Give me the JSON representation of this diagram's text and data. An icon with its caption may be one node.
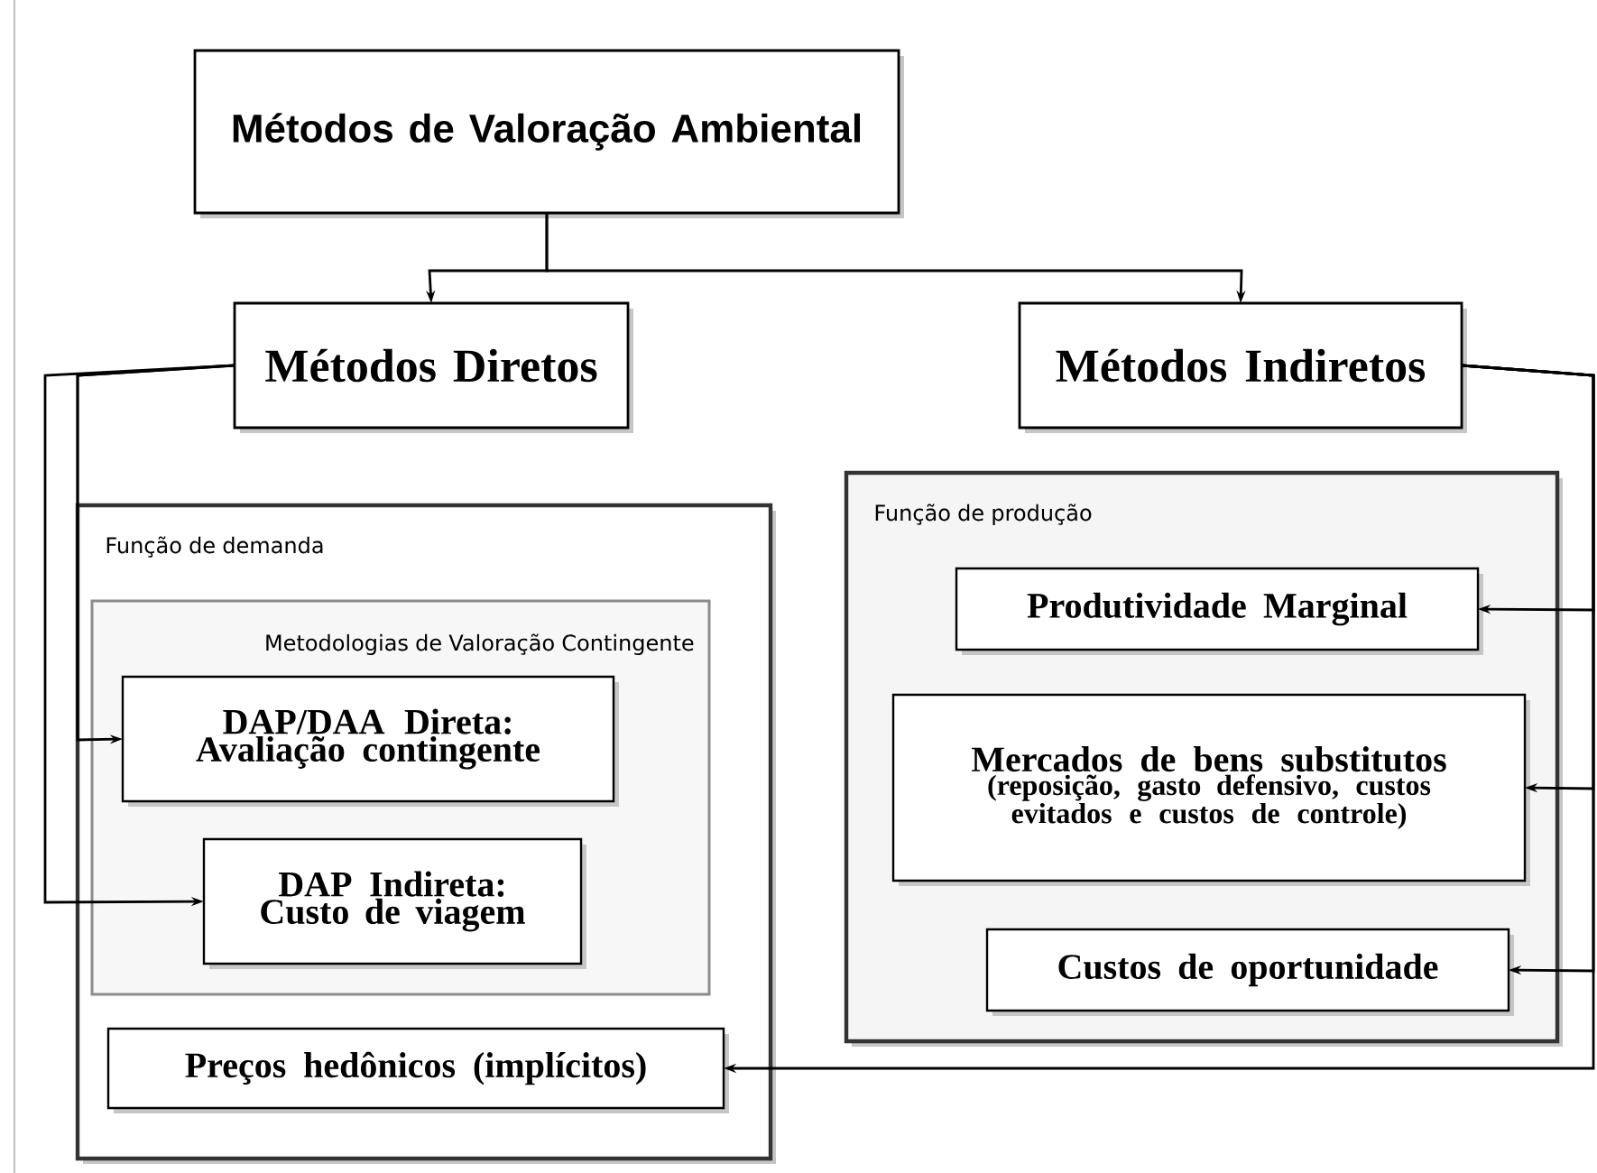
{
  "diagram": {
    "nodes": [
      {
        "text": [
          "Métodos de Valoração Ambiental"
        ]
      },
      {
        "text": [
          "Métodos Diretos"
        ]
      },
      {
        "text": [
          "Métodos Indiretos"
        ]
      },
      {
        "text": [
          "Função de demanda"
        ]
      },
      {
        "text": [
          "Metodologias de Valoração Contingente"
        ],
        "in": 3
      },
      {
        "text": [
          "DAP/DAA Direta: Avaliação contingente"
        ],
        "in": 4
      },
      {
        "text": [
          "DAP Indireta: Custo de viagem"
        ],
        "in": 4
      },
      {
        "text": [
          "Preços hedônicos (implícitos)"
        ],
        "in": 3
      },
      {
        "text": [
          "Função de produção"
        ]
      },
      {
        "text": [
          "Produtividade Marginal"
        ],
        "in": 8
      },
      {
        "text": [
          "Mercados de bens substitutos",
          "(reposição, gasto defensivo, custos evitados e custos de controle)"
        ],
        "in": 8
      },
      {
        "text": [
          "Custos de oportunidade"
        ],
        "in": 8
      }
    ],
    "edges": [
      {
        "from": 0,
        "to": 1,
        "arrow": "to"
      },
      {
        "from": 0,
        "to": 2,
        "arrow": "to"
      },
      {
        "from": 1,
        "to": 3,
        "arrow": "none"
      },
      {
        "from": 1,
        "to": 5,
        "arrow": "to"
      },
      {
        "from": 1,
        "to": 6,
        "arrow": "to"
      },
      {
        "from": 2,
        "to": 9,
        "arrow": "to"
      },
      {
        "from": 2,
        "to": 10,
        "arrow": "to"
      },
      {
        "from": 2,
        "to": 11,
        "arrow": "to"
      },
      {
        "from": 2,
        "to": 7,
        "arrow": "to"
      }
    ]
  }
}
